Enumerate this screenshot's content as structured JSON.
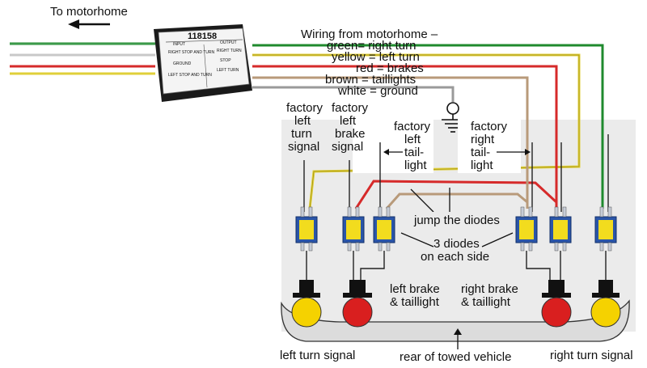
{
  "header": {
    "to_motorhome": "To motorhome"
  },
  "module": {
    "part_number": "118158",
    "input_label": "INPUT",
    "output_label": "OUTPUT",
    "rows": [
      {
        "left": "RIGHT STOP AND TURN",
        "right": "RIGHT TURN"
      },
      {
        "left": "GROUND",
        "right": "STOP"
      },
      {
        "left": "LEFT STOP AND TURN",
        "right": "LEFT TURN"
      }
    ]
  },
  "wiring_legend": {
    "title": "Wiring from motorhome –",
    "items": [
      {
        "text": "green= right turn",
        "color": "#1f8a2e"
      },
      {
        "text": "yellow = left turn",
        "color": "#e0cf3a"
      },
      {
        "text": "red = brakes",
        "color": "#d62a2a"
      },
      {
        "text": "brown = taillights",
        "color": "#b89a7a"
      },
      {
        "text": "white = ground",
        "color": "#9a9a9a"
      }
    ]
  },
  "factory_labels": {
    "left_turn": [
      "factory",
      "left",
      "turn",
      "signal"
    ],
    "left_brake": [
      "factory",
      "left",
      "brake",
      "signal"
    ],
    "left_tail": [
      "factory",
      "left",
      "tail-",
      "light"
    ],
    "right_tail": [
      "factory",
      "right",
      "tail-",
      "light"
    ]
  },
  "annotations": {
    "jump_diodes": "jump the diodes",
    "three_diodes_line1": "3 diodes",
    "three_diodes_line2": "on each side",
    "left_brake_line1": "left brake",
    "left_brake_line2": "& taillight",
    "right_brake_line1": "right brake",
    "right_brake_line2": "& taillight",
    "left_turn_signal": "left turn signal",
    "rear_of_vehicle": "rear of towed vehicle",
    "right_turn_signal": "right turn signal"
  },
  "colors": {
    "green": "#1f8a2e",
    "yellow": "#e0cf3a",
    "red": "#d62a2a",
    "brown": "#b89a7a",
    "white_wire": "#9a9a9a",
    "diode_blue": "#2a55a8",
    "diode_yellow": "#f2dc1e",
    "bulb_yellow": "#f5d200",
    "bulb_red": "#d91f1f",
    "panel_gray": "#ebebeb"
  }
}
